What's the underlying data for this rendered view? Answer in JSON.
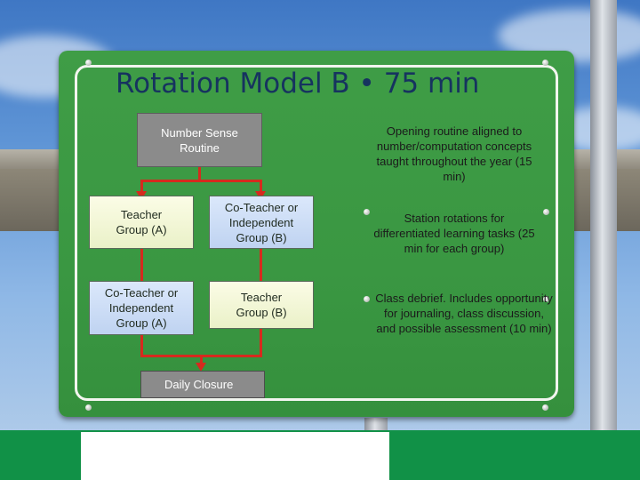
{
  "title": "Rotation Model B • 75 min",
  "flow": {
    "top": "Number Sense Routine",
    "left1": "Teacher Group (A)",
    "right1": "Co-Teacher or Independent Group (B)",
    "left2": "Co-Teacher or Independent Group (A)",
    "right2": "Teacher Group (B)",
    "bottom": "Daily Closure"
  },
  "descriptions": {
    "opening": "Opening routine aligned to number/computation concepts taught throughout the year (15 min)",
    "stations": "Station rotations for differentiated learning tasks (25 min for each group)",
    "debrief": "Class debrief. Includes opportunity for journaling, class discussion, and possible assessment (10 min)"
  },
  "colors": {
    "sign_green": "#3a9742",
    "title_blue": "#16335f",
    "arrow_red": "#d62a1e",
    "box_grey": "#8b8b8b",
    "box_yellow": "#eef3cf",
    "box_blue": "#c8daf4"
  }
}
